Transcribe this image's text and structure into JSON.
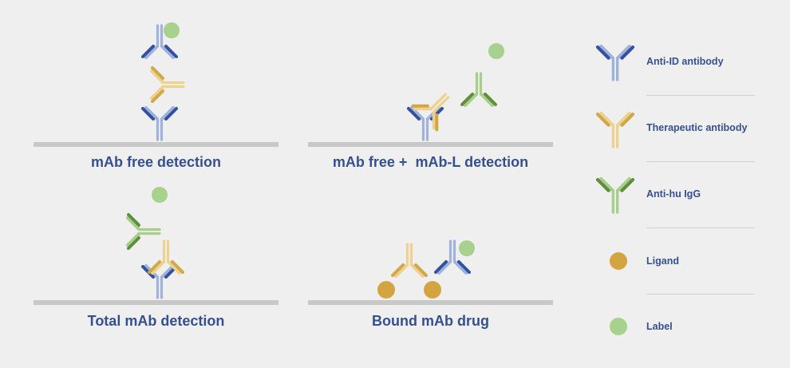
{
  "panels": {
    "free": {
      "caption": "mAb free detection"
    },
    "free_l": {
      "caption_a": "mAb free +",
      "caption_b": "mAb-L detection"
    },
    "total": {
      "caption": "Total mAb detection"
    },
    "bound": {
      "caption": "Bound mAb drug"
    }
  },
  "legend": [
    {
      "label": "Anti-ID antibody",
      "icon": "anti-id-antibody-icon"
    },
    {
      "label": "Therapeutic antibody",
      "icon": "therapeutic-antibody-icon"
    },
    {
      "label": "Anti-hu IgG",
      "icon": "anti-hu-igg-icon"
    },
    {
      "label": "Ligand",
      "icon": "ligand-icon"
    },
    {
      "label": "Label",
      "icon": "label-icon"
    }
  ],
  "colors": {
    "background": "#efefef",
    "surface": "#c8c8c8",
    "anti_id_light": "#9fb2dc",
    "anti_id_dark": "#3451a0",
    "therapeutic_light": "#ecd28e",
    "therapeutic_dark": "#d0a84a",
    "anti_hu_light": "#a7ce8a",
    "anti_hu_dark": "#5e8f3c",
    "ligand": "#d4a441",
    "label": "#a7d18c",
    "text": "#35508f"
  }
}
